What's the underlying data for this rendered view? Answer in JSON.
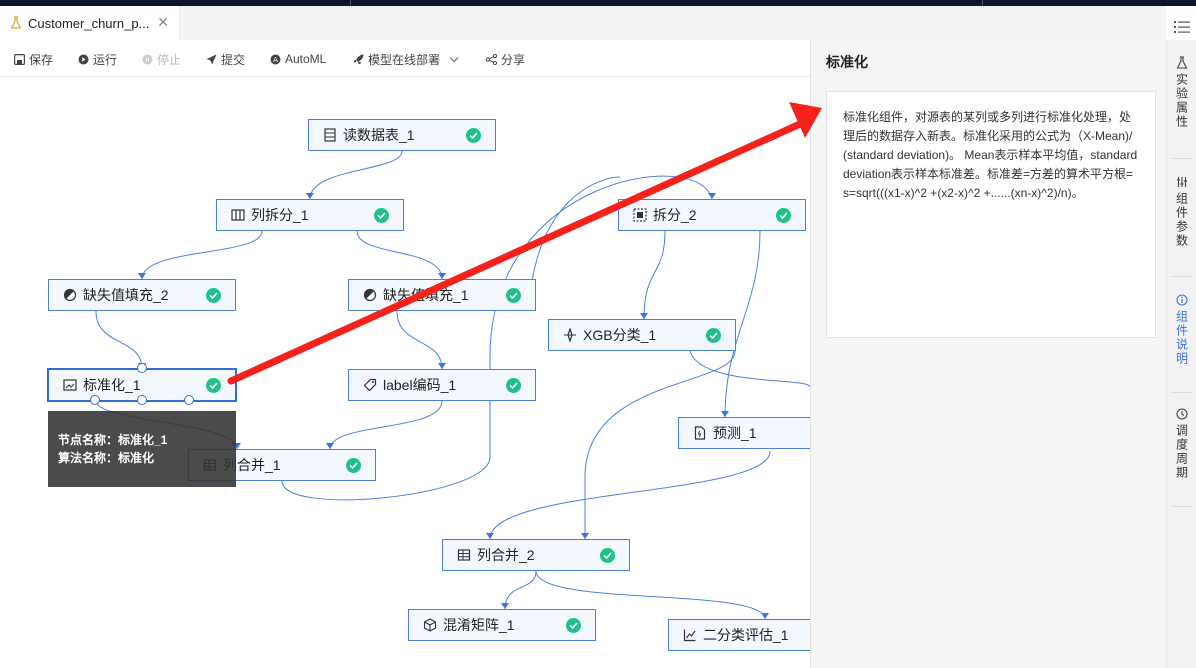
{
  "tab": {
    "title": "Customer_churn_p...",
    "close": "✕"
  },
  "toolbar": {
    "save": "保存",
    "run": "运行",
    "stop": "停止",
    "submit": "提交",
    "automl": "AutoML",
    "deploy": "模型在线部署",
    "share": "分享"
  },
  "nodes": {
    "read_table": "读数据表_1",
    "col_split": "列拆分_1",
    "split": "拆分_2",
    "missing_fill_2": "缺失值填充_2",
    "missing_fill_1": "缺失值填充_1",
    "xgb": "XGB分类_1",
    "standardize": "标准化_1",
    "label_encode": "label编码_1",
    "predict": "预测_1",
    "col_merge_1": "列合并_1",
    "col_merge_2": "列合并_2",
    "confusion": "混淆矩阵_1",
    "binary_eval": "二分类评估_1"
  },
  "tooltip": {
    "node_name": "节点名称：标准化_1",
    "algo_name": "算法名称：标准化"
  },
  "panel": {
    "title": "标准化",
    "description": "标准化组件，对源表的某列或多列进行标准化处理，处理后的数据存入新表。标准化采用的公式为（X-Mean)/(standard deviation)。 Mean表示样本平均值，standard deviation表示样本标准差。标准差=方差的算术平方根=s=sqrt(((x1-x)^2 +(x2-x)^2 +......(xn-x)^2)/n)。"
  },
  "sidenav": {
    "experiment": "实验属性",
    "params": "组件参数",
    "docs": "组件说明",
    "schedule": "调度周期"
  },
  "colors": {
    "accent": "#3b74e0",
    "success": "#1fc08a",
    "annotation_arrow": "#f5221b"
  }
}
